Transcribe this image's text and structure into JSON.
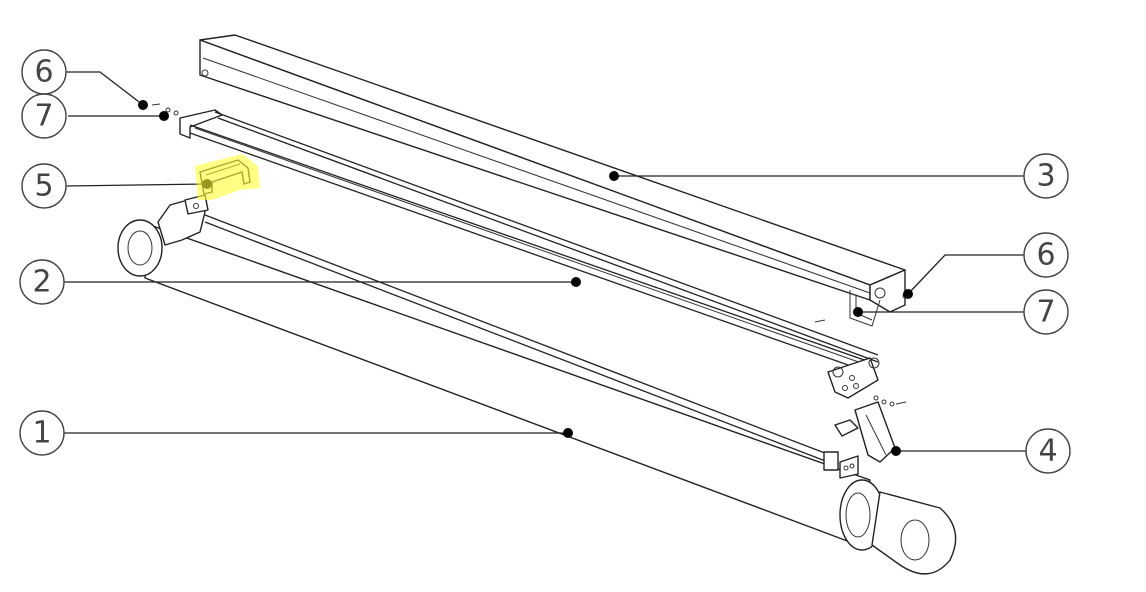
{
  "diagram": {
    "callouts": [
      {
        "label": "6",
        "highlight": false
      },
      {
        "label": "7",
        "highlight": false
      },
      {
        "label": "5",
        "highlight": true
      },
      {
        "label": "3",
        "highlight": false
      },
      {
        "label": "6",
        "highlight": false
      },
      {
        "label": "2",
        "highlight": false
      },
      {
        "label": "7",
        "highlight": false
      },
      {
        "label": "1",
        "highlight": false
      },
      {
        "label": "4",
        "highlight": false
      }
    ],
    "colors": {
      "highlight": "#ffff33",
      "line": "#222222",
      "label": "#444444"
    }
  }
}
